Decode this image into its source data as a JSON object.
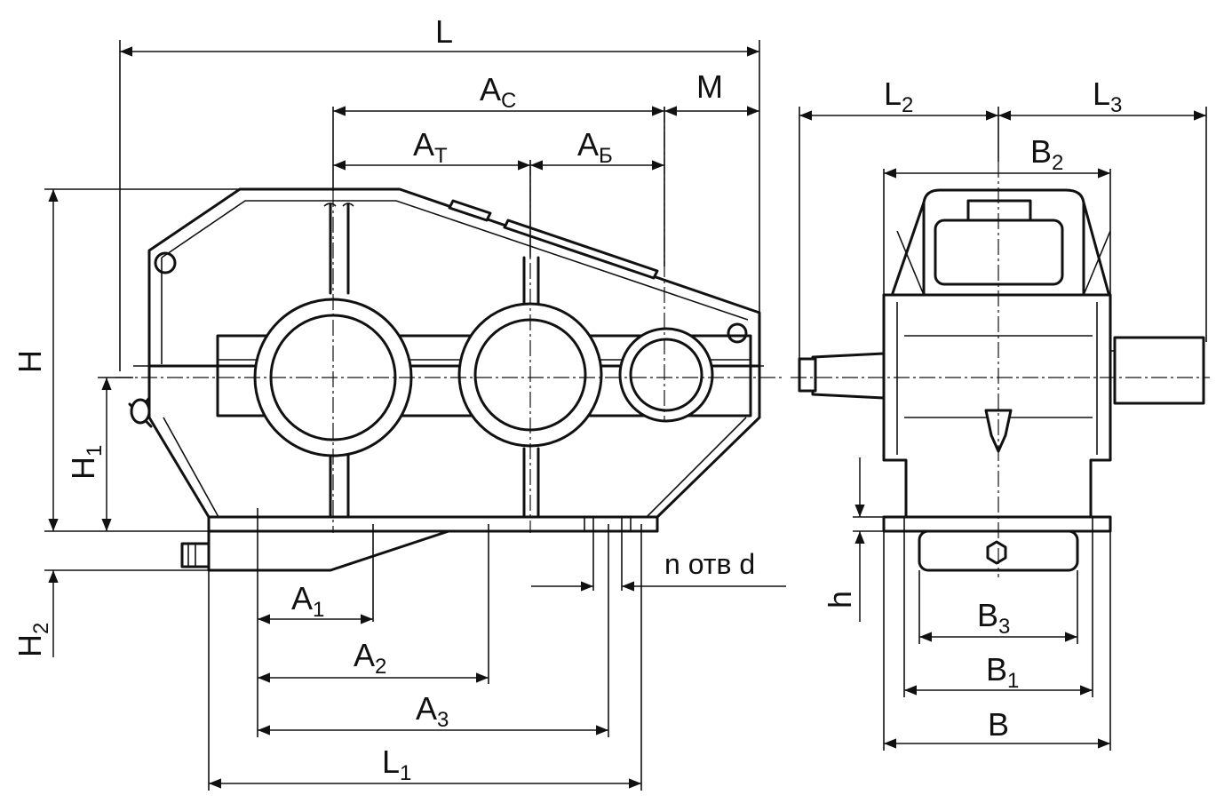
{
  "colors": {
    "line": "#111111",
    "background": "#ffffff"
  },
  "labels": {
    "L": "L",
    "Ac_main": "A",
    "Ac_sub": "C",
    "M": "M",
    "At_main": "A",
    "At_sub": "T",
    "Ab_main": "A",
    "Ab_sub": "Б",
    "H": "H",
    "H1_main": "H",
    "H1_sub": "1",
    "H2_main": "H",
    "H2_sub": "2",
    "A1_main": "A",
    "A1_sub": "1",
    "A2_main": "A",
    "A2_sub": "2",
    "A3_main": "A",
    "A3_sub": "3",
    "L1_main": "L",
    "L1_sub": "1",
    "holes": "n отв d",
    "L2_main": "L",
    "L2_sub": "2",
    "L3_main": "L",
    "L3_sub": "3",
    "B2_main": "B",
    "B2_sub": "2",
    "B3_main": "B",
    "B3_sub": "3",
    "B1_main": "B",
    "B1_sub": "1",
    "B": "B",
    "h": "h"
  }
}
